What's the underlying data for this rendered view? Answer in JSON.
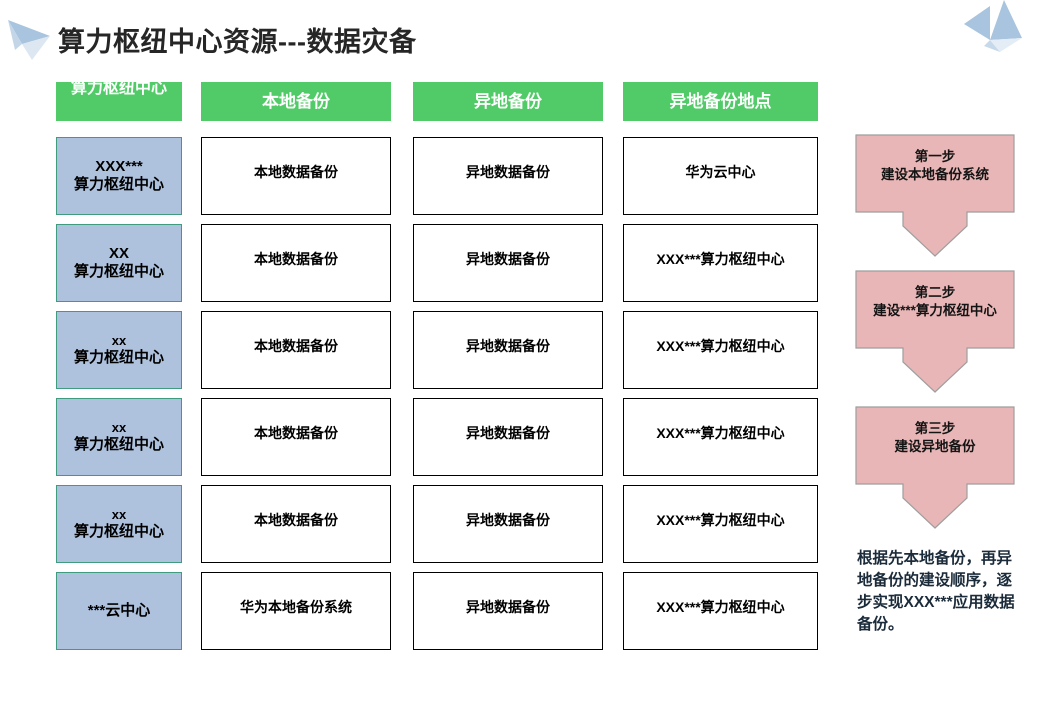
{
  "slide": {
    "title": "算力枢纽中心资源---数据灾备"
  },
  "colors": {
    "header_green": "#51CB67",
    "name_cell_blue": "#AEC2DE",
    "name_cell_border": "#3F9C7E",
    "flow_pink": "#E8B6B6",
    "flow_pink_border": "#9E9E9E",
    "title_color": "#262626",
    "note_color": "#1B2B3A",
    "deco_blue": "#A8C4DE"
  },
  "table": {
    "headers": [
      {
        "label": "算力枢纽中心"
      },
      {
        "label": "本地备份"
      },
      {
        "label": "异地备份"
      },
      {
        "label": "异地备份地点"
      }
    ],
    "rows": [
      {
        "name_top": "XXX***",
        "name_bottom": "算力枢纽中心",
        "local_backup": "本地数据备份",
        "remote_backup": "异地数据备份",
        "remote_site": "华为云中心"
      },
      {
        "name_top": "XX",
        "name_bottom": "算力枢纽中心",
        "local_backup": "本地数据备份",
        "remote_backup": "异地数据备份",
        "remote_site": "XXX***算力枢纽中心"
      },
      {
        "name_top": "xx",
        "name_bottom": "算力枢纽中心",
        "local_backup": "本地数据备份",
        "remote_backup": "异地数据备份",
        "remote_site": "XXX***算力枢纽中心"
      },
      {
        "name_top": "xx",
        "name_bottom": "算力枢纽中心",
        "local_backup": "本地数据备份",
        "remote_backup": "异地数据备份",
        "remote_site": "XXX***算力枢纽中心"
      },
      {
        "name_top": "xx",
        "name_bottom": "算力枢纽中心",
        "local_backup": "本地数据备份",
        "remote_backup": "异地数据备份",
        "remote_site": "XXX***算力枢纽中心"
      },
      {
        "name_top": "***云中心",
        "name_bottom": "",
        "local_backup": "华为本地备份系统",
        "remote_backup": "异地数据备份",
        "remote_site": "XXX***算力枢纽中心"
      }
    ]
  },
  "flow": {
    "steps": [
      {
        "step": "第一步",
        "desc": "建设本地备份系统"
      },
      {
        "step": "第二步",
        "desc": "建设***算力枢纽中心"
      },
      {
        "step": "第三步",
        "desc": "建设异地备份"
      }
    ],
    "note": "根据先本地备份，再异地备份的建设顺序，逐步实现XXX***应用数据备份。"
  }
}
